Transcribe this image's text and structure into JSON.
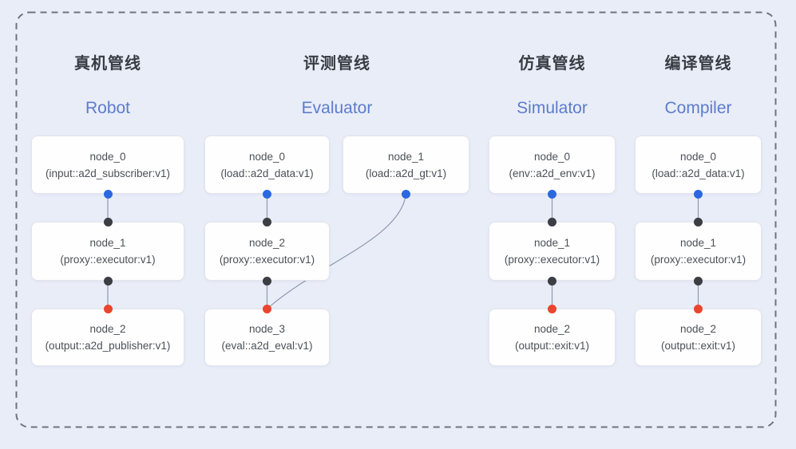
{
  "figure": {
    "type": "pipeline-diagram"
  },
  "colors": {
    "background": "#e9edf8",
    "dashed_border": "#70747d",
    "node_bg": "#fefefe",
    "node_border": "#e3e5ea",
    "node_text": "#4b5057",
    "title_text": "#383d44",
    "subtitle_text": "#5c7ccb",
    "edge_line": "#8f99ad",
    "dot_blue": "#2b68e0",
    "dot_dark": "#3b3e43",
    "dot_red": "#e9452f"
  },
  "pipelines": [
    {
      "title": "真机管线",
      "subtitle": "Robot",
      "nodes": [
        {
          "name": "node_0",
          "type": "(input::a2d_subscriber:v1)"
        },
        {
          "name": "node_1",
          "type": "(proxy::executor:v1)"
        },
        {
          "name": "node_2",
          "type": "(output::a2d_publisher:v1)"
        }
      ],
      "edges": [
        "node_0->node_1",
        "node_1->node_2"
      ]
    },
    {
      "title": "评测管线",
      "subtitle": "Evaluator",
      "nodes": [
        {
          "name": "node_0",
          "type": "(load::a2d_data:v1)"
        },
        {
          "name": "node_1",
          "type": "(load::a2d_gt:v1)"
        },
        {
          "name": "node_2",
          "type": "(proxy::executor:v1)"
        },
        {
          "name": "node_3",
          "type": "(eval::a2d_eval:v1)"
        }
      ],
      "edges": [
        "node_0->node_2",
        "node_2->node_3",
        "node_1->node_3"
      ]
    },
    {
      "title": "仿真管线",
      "subtitle": "Simulator",
      "nodes": [
        {
          "name": "node_0",
          "type": "(env::a2d_env:v1)"
        },
        {
          "name": "node_1",
          "type": "(proxy::executor:v1)"
        },
        {
          "name": "node_2",
          "type": "(output::exit:v1)"
        }
      ],
      "edges": [
        "node_0->node_1",
        "node_1->node_2"
      ]
    },
    {
      "title": "编译管线",
      "subtitle": "Compiler",
      "nodes": [
        {
          "name": "node_0",
          "type": "(load::a2d_data:v1)"
        },
        {
          "name": "node_1",
          "type": "(proxy::executor:v1)"
        },
        {
          "name": "node_2",
          "type": "(output::exit:v1)"
        }
      ],
      "edges": [
        "node_0->node_1",
        "node_1->node_2"
      ]
    }
  ]
}
